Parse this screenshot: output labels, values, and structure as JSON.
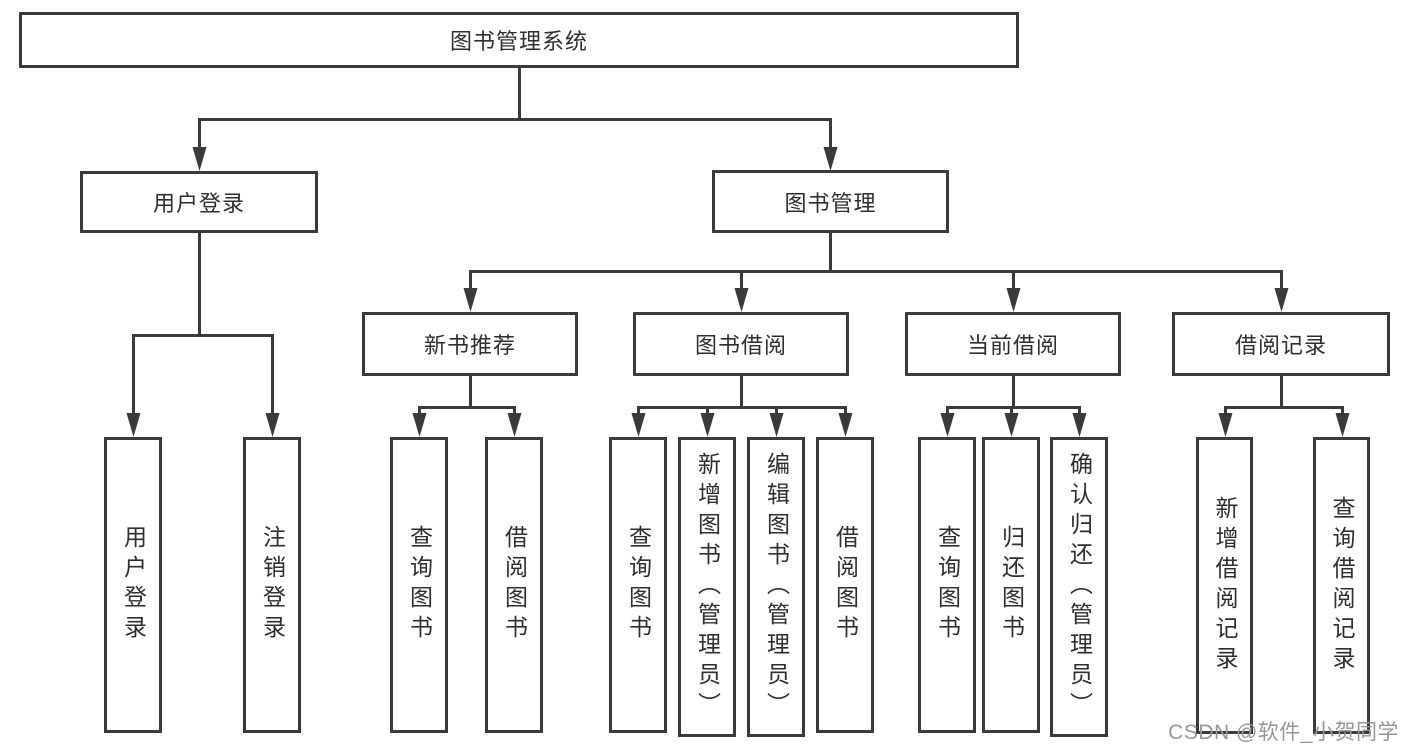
{
  "diagram": {
    "root": {
      "label": "图书管理系统"
    },
    "branches": {
      "user_login": {
        "label": "用户登录",
        "children": {
          "login": "用户登录",
          "logout": "注销登录"
        }
      },
      "book_management": {
        "label": "图书管理",
        "sections": {
          "new_book_recommend": {
            "label": "新书推荐",
            "children": {
              "query_book": "查询图书",
              "borrow_book": "借阅图书"
            }
          },
          "book_borrow": {
            "label": "图书借阅",
            "children": {
              "query_book": "查询图书",
              "add_book": "新增图书（管理员）",
              "edit_book": "编辑图书（管理员）",
              "borrow_book": "借阅图书"
            }
          },
          "current_borrow": {
            "label": "当前借阅",
            "children": {
              "query_book": "查询图书",
              "return_book": "归还图书",
              "confirm_return": "确认归还（管理员）"
            }
          },
          "borrow_record": {
            "label": "借阅记录",
            "children": {
              "add_record": "新增借阅记录",
              "query_record": "查询借阅记录"
            }
          }
        }
      }
    }
  },
  "watermark": {
    "text": "CSDN @软件_小贺同学"
  },
  "colors": {
    "line_color": "#3a3a3a",
    "text_color": "#2e2e2e",
    "watermark_color": "#969696",
    "background": "#ffffff"
  }
}
